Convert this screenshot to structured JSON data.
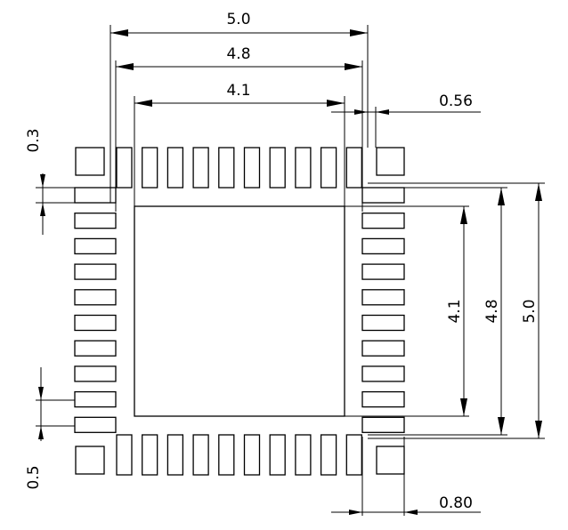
{
  "drawing": {
    "dimensions": {
      "top_overall": "5.0",
      "top_pad_span": "4.8",
      "top_body": "4.1",
      "pad_width": "0.56",
      "right_body": "4.1",
      "right_pad_span": "4.8",
      "right_overall": "5.0",
      "left_pad_height": "0.3",
      "left_pitch": "0.5",
      "bottom_pad_length": "0.80"
    },
    "pads": {
      "per_side": 10,
      "corner_pads": 4
    },
    "colors": {
      "line": "#000000",
      "background": "#ffffff"
    }
  }
}
